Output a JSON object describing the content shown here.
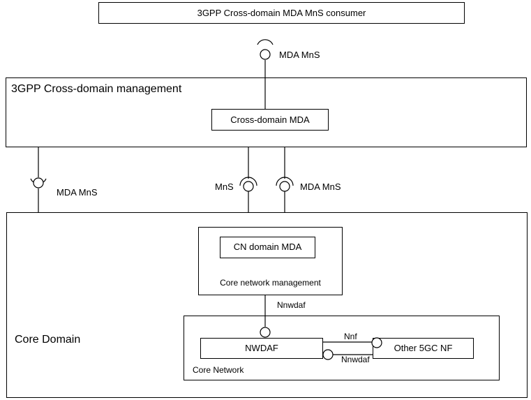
{
  "consumer": {
    "label": "3GPP Cross-domain MDA MnS consumer"
  },
  "cross_domain_mgmt": {
    "label": "3GPP Cross-domain management",
    "mda_label": "Cross-domain MDA"
  },
  "interfaces": {
    "top_mda_mns": "MDA MnS",
    "left_mda_mns": "MDA MnS",
    "mns": "MnS",
    "right_mda_mns": "MDA MnS",
    "nnwdaf_vertical": "Nnwdaf",
    "nnf": "Nnf",
    "nnwdaf_horizontal": "Nnwdaf"
  },
  "core_domain": {
    "label": "Core Domain",
    "management": {
      "label": "Core network management",
      "mda_label": "CN domain MDA"
    },
    "core_network": {
      "label": "Core Network",
      "nwdaf_label": "NWDAF",
      "other_nf_label": "Other 5GC NF"
    }
  }
}
